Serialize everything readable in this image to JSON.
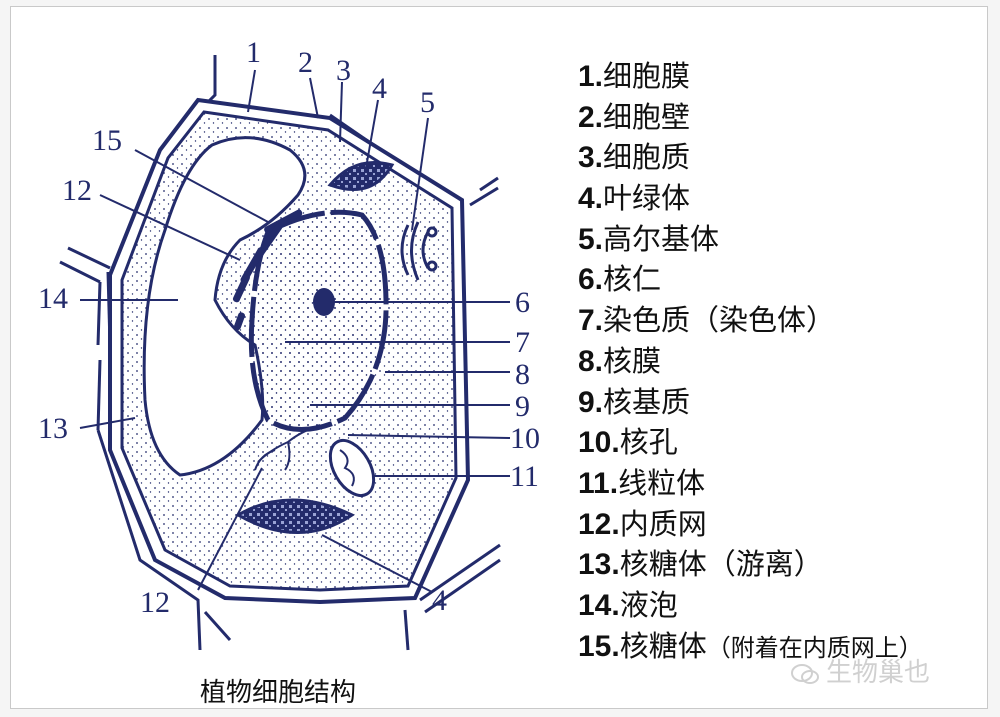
{
  "caption": "植物细胞结构",
  "watermark": {
    "text": "生物巢也",
    "icon": "wechat-icon"
  },
  "colors": {
    "ink": "#232b6b",
    "cell_fill": "#eef1f8",
    "frame": "#c9c9c9"
  },
  "diagram_labels": {
    "l1": "1",
    "l2": "2",
    "l3": "3",
    "l4a": "4",
    "l4b": "4",
    "l5": "5",
    "l6": "6",
    "l7": "7",
    "l8": "8",
    "l9": "9",
    "l10": "10",
    "l11": "11",
    "l12a": "12",
    "l12b": "12",
    "l13": "13",
    "l14": "14",
    "l15": "15"
  },
  "legend": [
    {
      "num": "1.",
      "text": "细胞膜",
      "small": ""
    },
    {
      "num": "2.",
      "text": "细胞壁",
      "small": ""
    },
    {
      "num": "3.",
      "text": "细胞质",
      "small": ""
    },
    {
      "num": "4.",
      "text": "叶绿体",
      "small": ""
    },
    {
      "num": "5.",
      "text": "高尔基体",
      "small": ""
    },
    {
      "num": "6.",
      "text": "核仁",
      "small": ""
    },
    {
      "num": "7.",
      "text": "染色质（染色体）",
      "small": ""
    },
    {
      "num": "8.",
      "text": "核膜",
      "small": ""
    },
    {
      "num": "9.",
      "text": "核基质",
      "small": ""
    },
    {
      "num": "10.",
      "text": "核孔",
      "small": ""
    },
    {
      "num": "11.",
      "text": "线粒体",
      "small": ""
    },
    {
      "num": "12.",
      "text": "内质网",
      "small": ""
    },
    {
      "num": "13.",
      "text": "核糖体（游离）",
      "small": ""
    },
    {
      "num": "14.",
      "text": "液泡",
      "small": ""
    },
    {
      "num": "15.",
      "text": "核糖体",
      "small": "（附着在内质网上）"
    }
  ]
}
